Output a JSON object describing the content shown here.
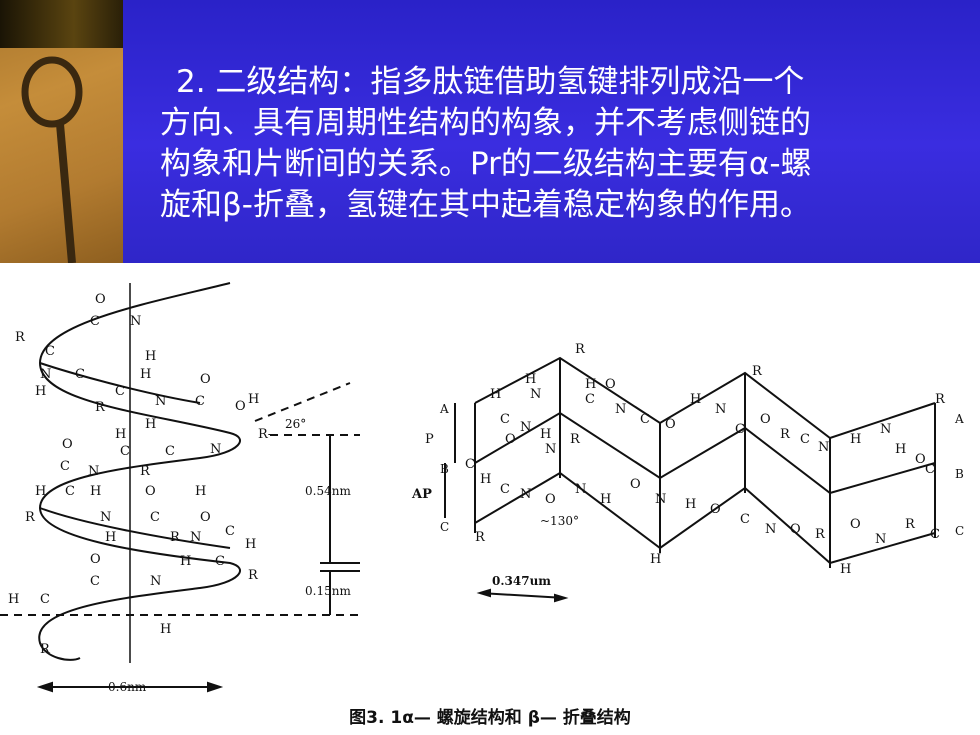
{
  "slide": {
    "paragraph_lines": [
      "2. 二级结构：指多肽链借助氢键排列成沿一个",
      "方向、具有周期性结构的构象，并不考虑侧链的",
      "构象和片断间的关系。Pr的二级结构主要有α-螺",
      "旋和β-折叠，氢键在其中起着稳定构象的作用。"
    ]
  },
  "figure": {
    "helix_labels": {
      "angle": "26°",
      "pitch": "0.54nm",
      "rise": "0.15nm",
      "diameter": "0.6nm"
    },
    "sheet_labels": {
      "p": "P",
      "ap": "AP",
      "angle": "~130°",
      "spacing": "0.347um",
      "strand_a": "A",
      "strand_b": "B",
      "strand_c": "C"
    },
    "caption": "图3. 1α— 螺旋结构和 β— 折叠结构"
  },
  "colors": {
    "header_bg": "#3a2de0",
    "header_text": "#ffffff"
  }
}
